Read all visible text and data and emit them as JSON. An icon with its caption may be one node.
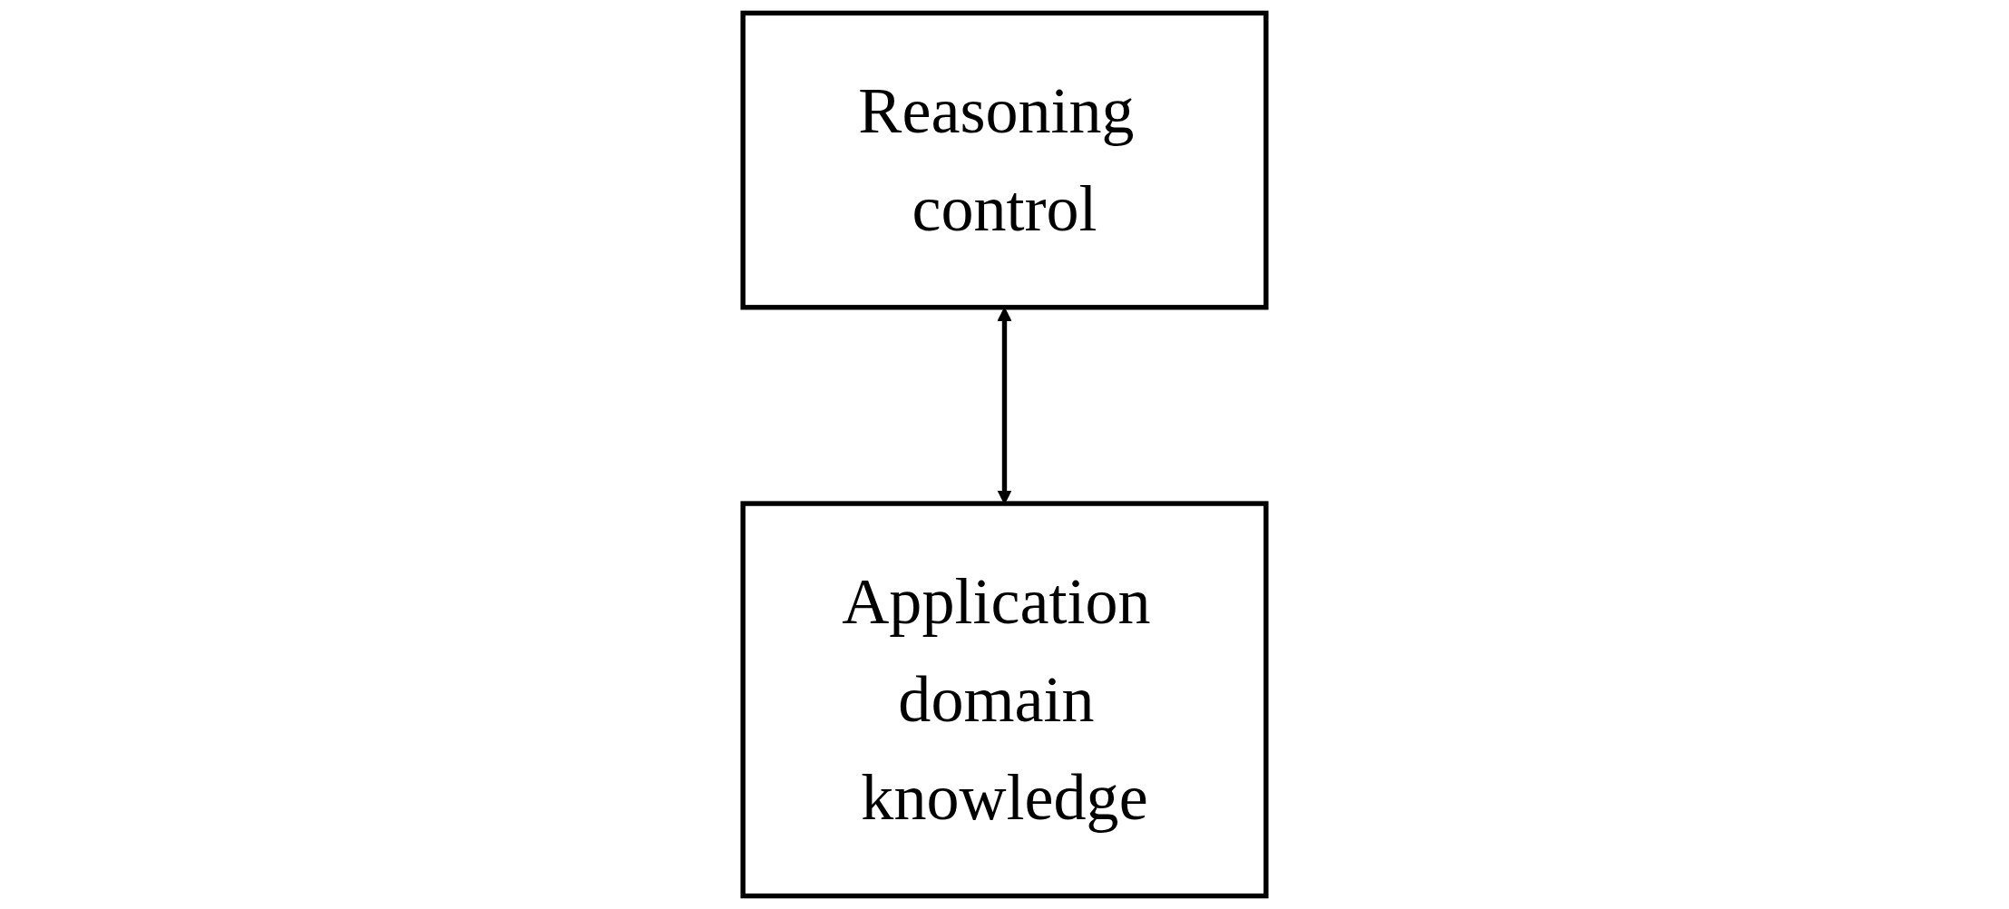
{
  "diagram": {
    "nodes": [
      {
        "text": [
          "Reasoning control"
        ]
      },
      {
        "text": [
          "Application domain knowledge"
        ]
      }
    ],
    "edges": [
      {
        "from": 0,
        "to": 1,
        "arrow": "both"
      }
    ]
  }
}
